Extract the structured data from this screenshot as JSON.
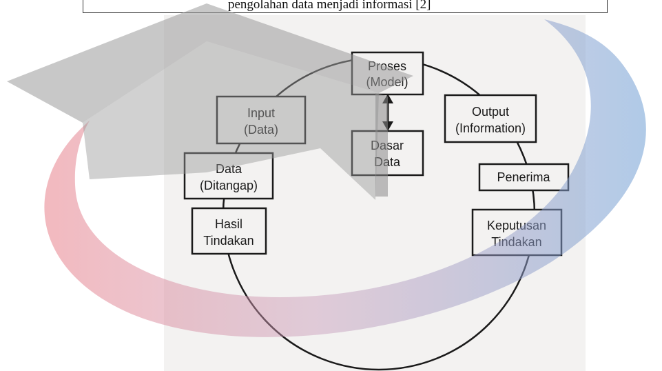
{
  "header_strip_text": "pengolahan data menjadi informasi [2]",
  "nodes": {
    "proses": {
      "line1": "Proses",
      "line2": "(Model)"
    },
    "input": {
      "line1": "Input",
      "line2": "(Data)"
    },
    "output": {
      "line1": "Output",
      "line2": "(Information)"
    },
    "dasar_data": {
      "line1": "Dasar",
      "line2": "Data"
    },
    "data_ditangap": {
      "line1": "Data",
      "line2": "(Ditangap)"
    },
    "penerima": {
      "line1": "Penerima"
    },
    "hasil_tindakan": {
      "line1": "Hasil",
      "line2": "Tindakan"
    },
    "keputusan_tindakan": {
      "line1": "Keputusan",
      "line2": "Tindakan"
    }
  },
  "colors": {
    "panel": "#f3f2f1",
    "line": "#1a1a1a",
    "watermark_gray": "#bdbdbd",
    "watermark_red": "#e8808a",
    "watermark_blue": "#6f9fd4"
  }
}
